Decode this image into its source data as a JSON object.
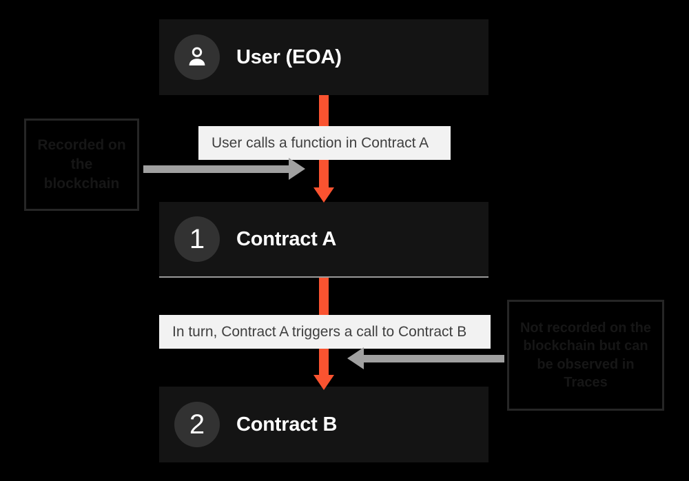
{
  "theme": {
    "background": "#000000",
    "node_bg": "#141414",
    "node_text": "#ffffff",
    "badge_bg": "#323232",
    "caption_bg": "#f2f2f2",
    "caption_text": "#3f3f3f",
    "arrow_orange": "#fa5330",
    "arrow_gray": "#a0a0a0",
    "callout_border": "#262626",
    "callout_text": "#161616"
  },
  "nodes": [
    {
      "id": "user",
      "badge_type": "person-icon",
      "badge_text": "",
      "label": "User (EOA)"
    },
    {
      "id": "contract-a",
      "badge_type": "number",
      "badge_text": "1",
      "label": "Contract A"
    },
    {
      "id": "contract-b",
      "badge_type": "number",
      "badge_text": "2",
      "label": "Contract B"
    }
  ],
  "captions": [
    {
      "id": "caption-1",
      "text": "User calls a function in Contract A"
    },
    {
      "id": "caption-2",
      "text": "In turn, Contract A triggers a call to Contract B"
    }
  ],
  "callouts": [
    {
      "id": "callout-left",
      "text": "Recorded on the blockchain"
    },
    {
      "id": "callout-right",
      "text": "Not recorded on the blockchain but can be observed in Traces"
    }
  ]
}
